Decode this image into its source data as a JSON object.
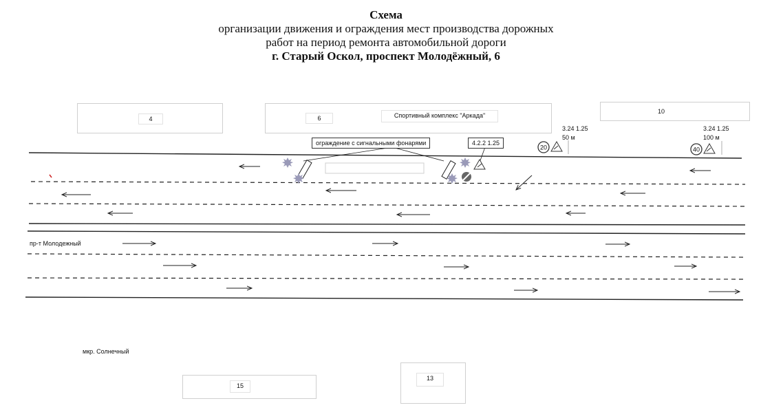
{
  "header": {
    "line1": "Схема",
    "line2": "организации движения и ограждения мест производства дорожных",
    "line3": "работ на период ремонта автомобильной дороги",
    "line4": "г. Старый Оскол, проспект Молодёжный, 6"
  },
  "buildings": {
    "b4": "4",
    "b6": "6",
    "b6_name": "Спортивный комплекс \"Аркада\"",
    "b10": "10",
    "b15": "15",
    "b13": "13"
  },
  "callouts": {
    "fence": "ограждение с сигнальными фонарями",
    "signs_work": "4.2.2 1.25"
  },
  "signs": {
    "near_codes": "3.24  1.25",
    "near_dist": "50 м",
    "near_limit": "20",
    "far_codes": "3.24  1.25",
    "far_dist": "100 м",
    "far_limit": "40"
  },
  "streets": {
    "avenue": "пр-т Молодежный",
    "district": "мкр. Солнечный"
  },
  "colors": {
    "line": "#222222",
    "sign_gray": "#666666",
    "lamp": "#9a9ab8"
  }
}
